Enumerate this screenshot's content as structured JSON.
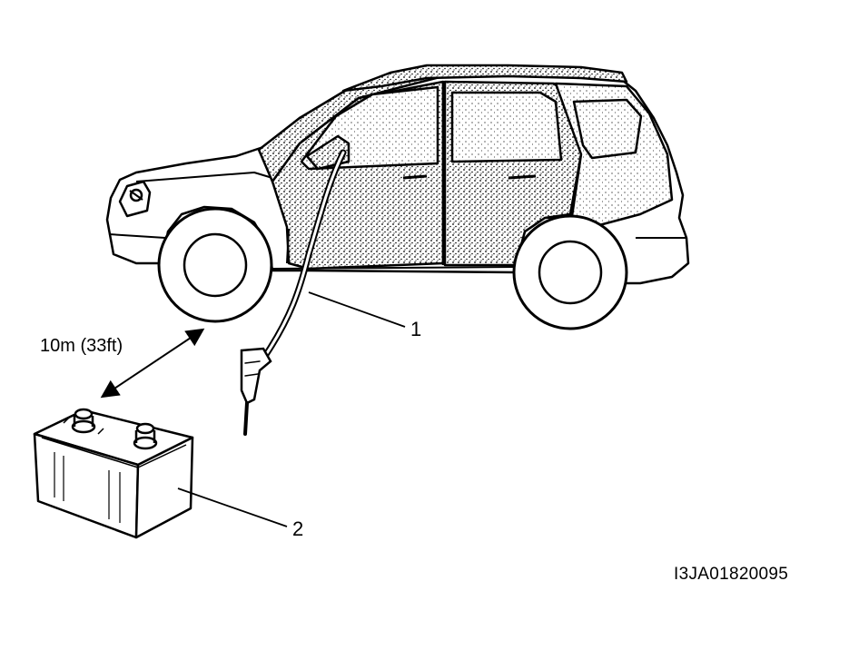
{
  "labels": {
    "callout_1": "1",
    "callout_2": "2",
    "distance": "10m (33ft)",
    "figure_code": "I3JA01820095"
  },
  "colors": {
    "ink": "#000000",
    "paper": "#ffffff",
    "stipple": "#000000"
  }
}
